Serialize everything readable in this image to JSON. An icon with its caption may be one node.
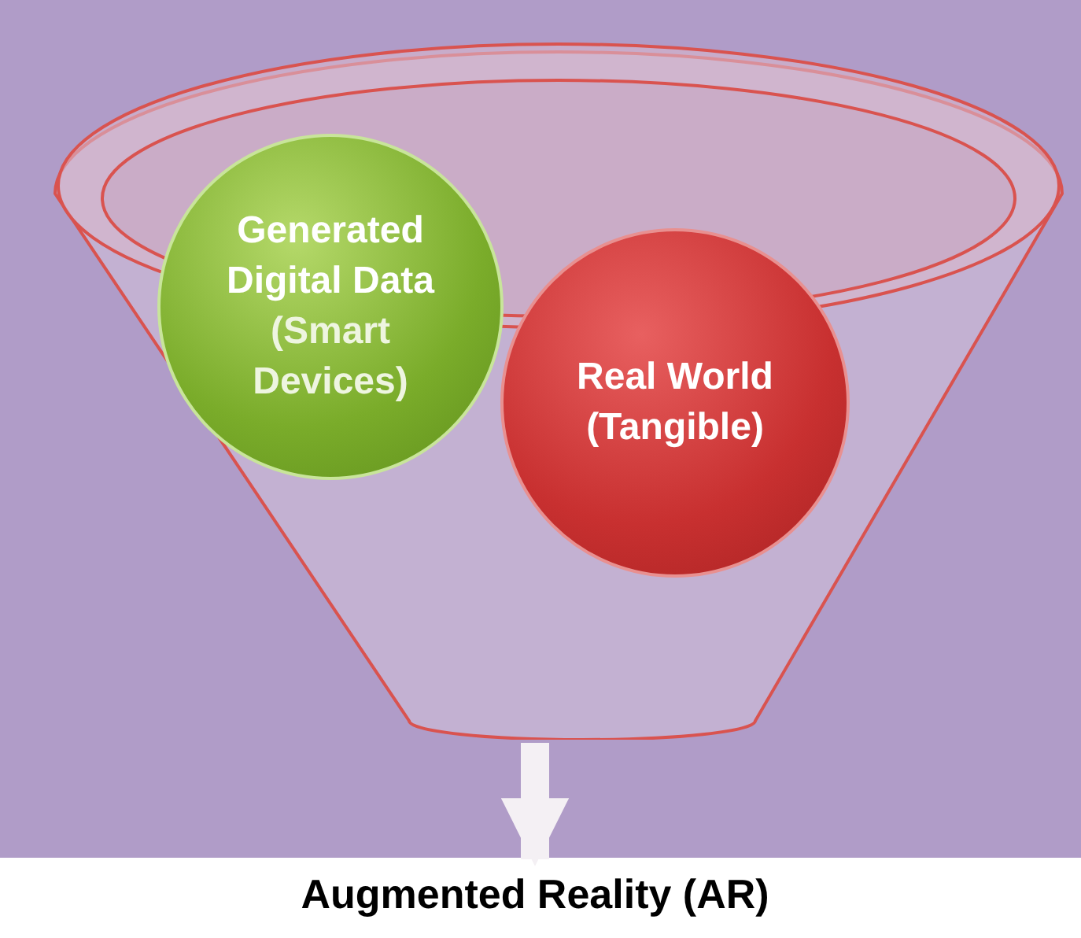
{
  "diagram": {
    "nodes": [
      {
        "text": [],
        "shape": "funnel"
      },
      {
        "text": [
          "Generated Digital Data",
          "(Smart Devices)"
        ],
        "in": 0
      },
      {
        "text": [
          "Real World (Tangible)"
        ],
        "in": 0
      },
      {
        "text": [
          "Augmented Reality (AR)"
        ]
      }
    ],
    "edges": [
      {
        "from": 0,
        "to": 3,
        "arrow": "to"
      }
    ]
  }
}
